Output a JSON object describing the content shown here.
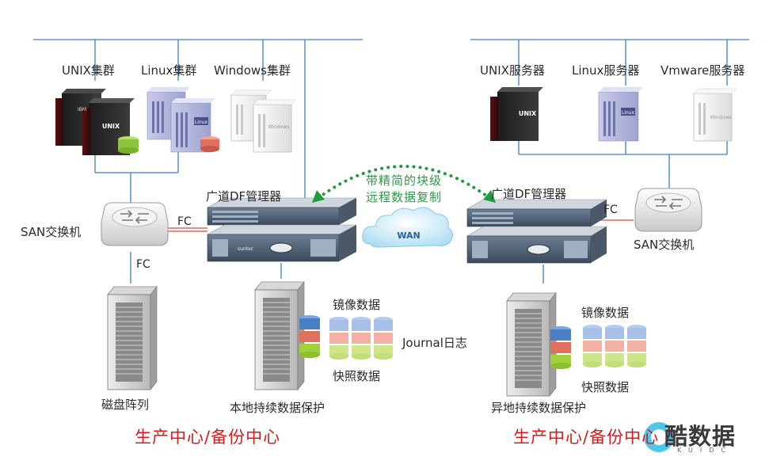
{
  "left": {
    "unix_cluster": "UNIX集群",
    "linux_cluster": "Linux集群",
    "windows_cluster": "Windows集群",
    "san_switch": "SAN交换机",
    "fc_switch_to_server": "FC",
    "fc_switch_to_disk": "FC",
    "df_manager": "广道DF管理器",
    "disk_array": "磁盘阵列",
    "mirror_data": "镜像数据",
    "journal_log": "Journal日志",
    "snapshot_data": "快照数据",
    "local_protection": "本地持续数据保护",
    "center_title": "生产中心/备份中心"
  },
  "middle": {
    "replication_line1": "带精简的块级",
    "replication_line2": "远程数据复制",
    "wan": "WAN"
  },
  "right": {
    "unix_server": "UNIX服务器",
    "linux_server": "Linux服务器",
    "vmware_server": "Vmware服务器",
    "df_manager": "广道DF管理器",
    "fc": "FC",
    "san_switch": "SAN交换机",
    "mirror_data": "镜像数据",
    "snapshot_data": "快照数据",
    "remote_protection": "异地持续数据保护",
    "center_title": "生产中心/备份中心"
  },
  "server_badges": {
    "unix": "UNIX",
    "linux": "Linux",
    "windows": "Windows",
    "ibm": "IBM",
    "rack_brand": "suntec"
  },
  "watermark": {
    "brand": "酷数据",
    "sub": "KUIDC"
  },
  "colors": {
    "network_line": "#3d7fc4",
    "red_title": "#e01818",
    "green_dots": "#1f9a3e",
    "disk_red": "#e06f5e",
    "disk_green": "#a3cf3c",
    "disk_blue": "#4a7fc6"
  }
}
